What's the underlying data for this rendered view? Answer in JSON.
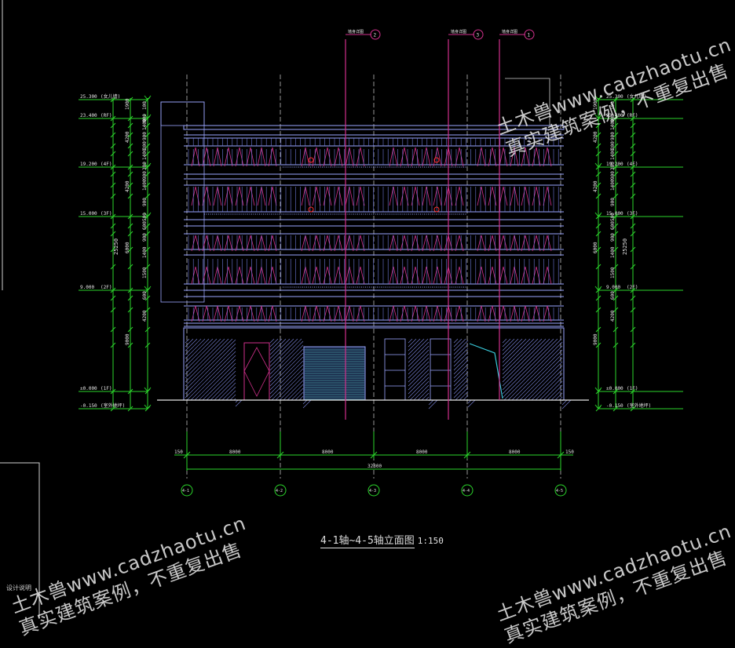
{
  "drawing": {
    "title": "4-1轴~4-5轴立面图",
    "scale": "1:150",
    "corner_note": "设计说明"
  },
  "colors": {
    "background": "#000000",
    "dimension": "#2bd62b",
    "facade": "#9aa6ff",
    "accent": "#d0308c",
    "white": "#e6e6e6",
    "cyan": "#38c8d8"
  },
  "levels_left": [
    {
      "value": "25.300",
      "tag": "(女儿墙)"
    },
    {
      "value": "23.400",
      "tag": "(RF)"
    },
    {
      "value": "19.200",
      "tag": "(4F)"
    },
    {
      "value": "15.000",
      "tag": "(3F)"
    },
    {
      "value": "9.000",
      "tag": "(2F)"
    },
    {
      "value": "±0.000",
      "tag": "(1F)"
    },
    {
      "value": "-0.150",
      "tag": "(室外地坪)"
    }
  ],
  "levels_right": [
    {
      "value": "25.300",
      "tag": "(女儿墙)"
    },
    {
      "value": "23.400",
      "tag": "(RF)"
    },
    {
      "value": "19.200",
      "tag": "(4F)"
    },
    {
      "value": "15.000",
      "tag": "(3F)"
    },
    {
      "value": "9.000",
      "tag": "(2F)"
    },
    {
      "value": "±0.000",
      "tag": "(1F)"
    },
    {
      "value": "-0.150",
      "tag": "(室外地坪)"
    }
  ],
  "dims_left_inner": [
    "100",
    "900",
    "1400",
    "900",
    "300",
    "1400",
    "300",
    "900",
    "1400",
    "900",
    "500",
    "600",
    "900",
    "1400",
    "1500",
    "600",
    "4200"
  ],
  "dims_left_outer": [
    "1900",
    "4200",
    "4200",
    "6000",
    "9000"
  ],
  "dims_left_total": "25250",
  "dims_right_inner": [
    "100",
    "900",
    "1400",
    "900",
    "300",
    "1400",
    "300",
    "900",
    "1400",
    "900",
    "500",
    "600",
    "900",
    "1400",
    "1500",
    "600",
    "4200"
  ],
  "dims_right_outer": [
    "1900",
    "4200",
    "4200",
    "6000",
    "9000"
  ],
  "dims_right_total": "25250",
  "dims_bottom": {
    "segments": [
      "8000",
      "8000",
      "8000",
      "8000"
    ],
    "end_left": "150",
    "end_right": "150",
    "total": "32300"
  },
  "axes": [
    "4-1",
    "4-2",
    "4-3",
    "4-4",
    "4-5"
  ],
  "callouts": [
    {
      "label": "墙身详图",
      "num": "2"
    },
    {
      "label": "墙身详图",
      "num": "3"
    },
    {
      "label": "墙身详图",
      "num": "1"
    }
  ],
  "watermark": {
    "line1": "土木兽www.cadzhaotu.cn",
    "line2": "真实建筑案例，不重复出售"
  }
}
